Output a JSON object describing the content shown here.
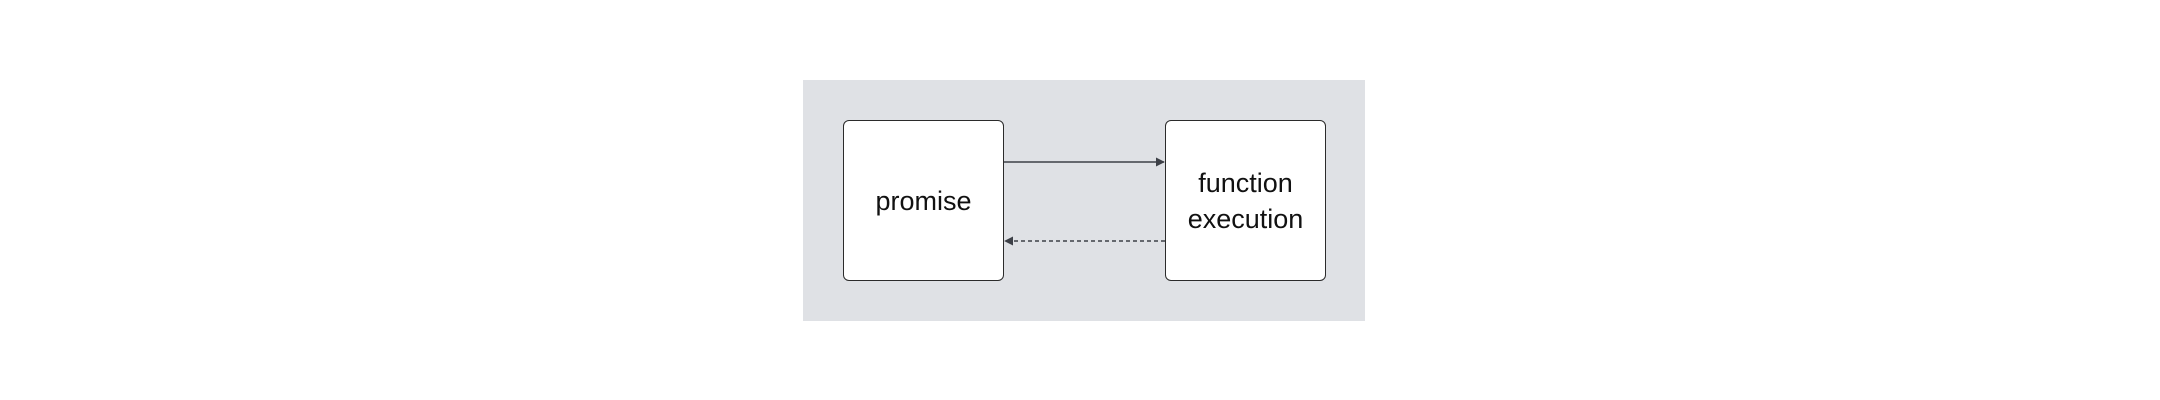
{
  "nodes": {
    "left": {
      "label": "promise"
    },
    "right": {
      "label": "function\nexecution"
    }
  },
  "edges": [
    {
      "from": "promise",
      "to": "function execution",
      "style": "solid"
    },
    {
      "from": "function execution",
      "to": "promise",
      "style": "dashed"
    }
  ],
  "colors": {
    "panel": "#dfe1e5",
    "node_fill": "#ffffff",
    "stroke": "#2b2b2b",
    "arrow": "#3d4047",
    "text": "#111111"
  }
}
